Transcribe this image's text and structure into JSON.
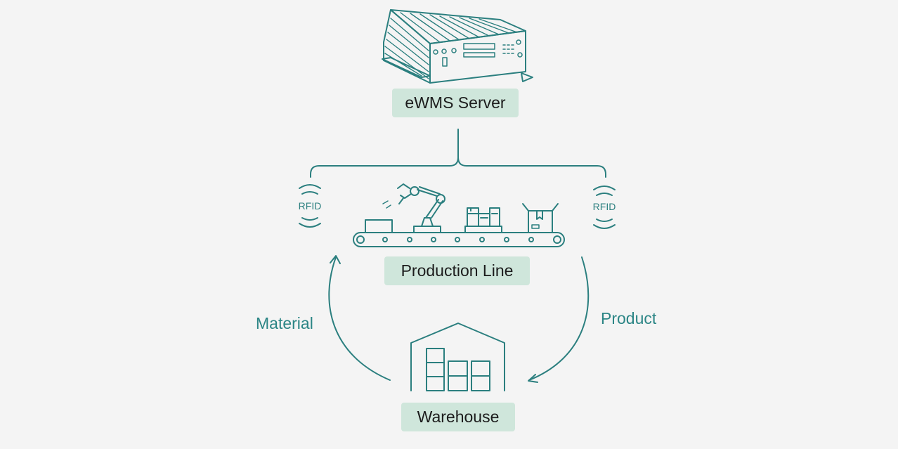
{
  "nodes": {
    "server": {
      "label": "eWMS Server"
    },
    "production": {
      "label": "Production Line"
    },
    "warehouse": {
      "label": "Warehouse"
    }
  },
  "flows": {
    "material": "Material",
    "product": "Product"
  },
  "rfid": {
    "left": "RFID",
    "right": "RFID"
  },
  "colors": {
    "stroke": "#2b7f7f",
    "label_bg": "#cfe6db",
    "background": "#f4f4f4"
  }
}
